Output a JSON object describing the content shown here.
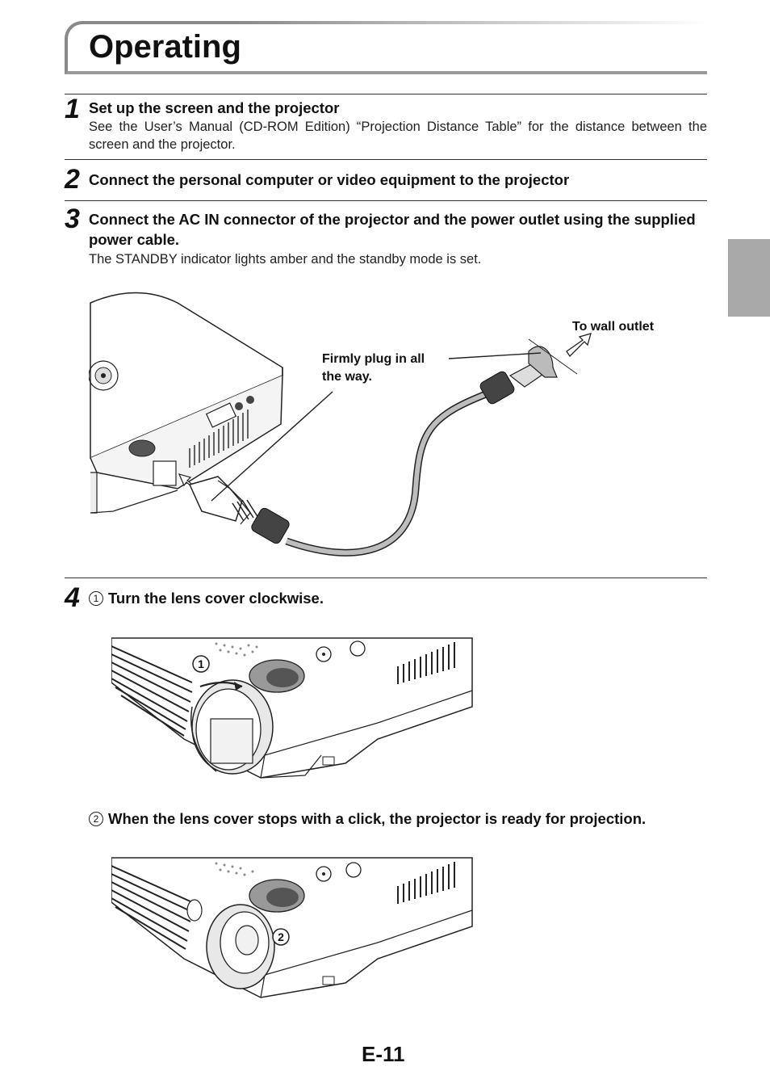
{
  "title": "Operating",
  "steps": [
    {
      "number": "1",
      "heading": "Set up the screen and the projector",
      "body": "See the User’s Manual (CD-ROM Edition) “Projection Distance Table” for the distance between the screen and the projector."
    },
    {
      "number": "2",
      "heading": "Connect the personal computer or video equipment to the projector"
    },
    {
      "number": "3",
      "heading": "Connect the AC IN connector of the projector and the power outlet using the supplied power cable.",
      "body": "The STANDBY indicator lights amber and the standby mode is set.",
      "callouts": {
        "wall": "To wall outlet",
        "plug_line1": "Firmly plug in all",
        "plug_line2": "the way."
      }
    },
    {
      "number": "4",
      "sub1_marker": "1",
      "sub1": "Turn the lens cover clockwise.",
      "sub2_marker": "2",
      "sub2": "When the lens cover stops with a click, the projector is ready for projection.",
      "figure1_marker": "1",
      "figure2_marker": "2"
    }
  ],
  "page_number": "E-11"
}
